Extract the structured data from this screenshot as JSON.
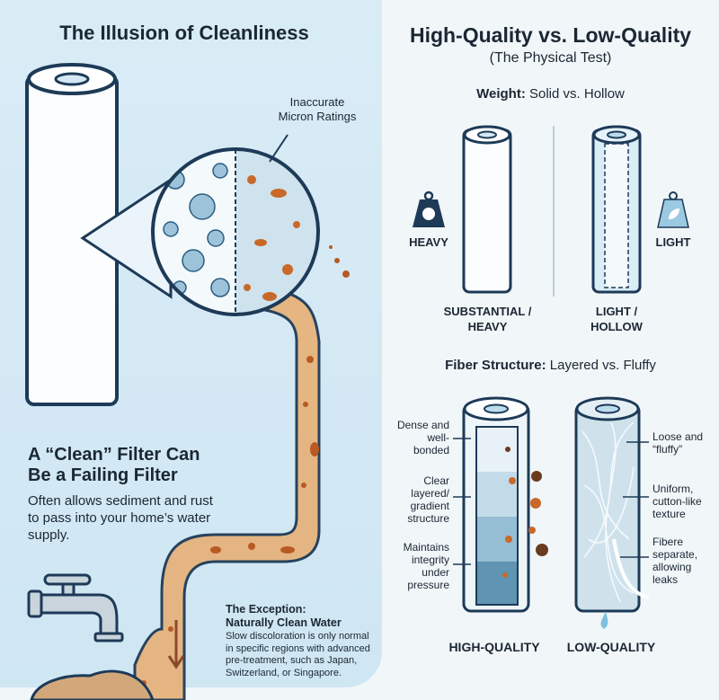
{
  "left": {
    "title": "The Illusion of Cleanliness",
    "callout": "Inaccurate Micron Ratings",
    "headline_line1": "A “Clean” Filter Can",
    "headline_line2": "Be a Failing Filter",
    "body": "Often allows sediment and rust to pass into your home’s water supply.",
    "exception_title_line1": "The Exception:",
    "exception_title_line2": "Naturally Clean Water",
    "exception_body": "Slow discoloration is only normal in specific regions with advanced pre-treatment, such as Japan, Switzerland, or Singapore."
  },
  "right": {
    "title": "High-Quality vs. Low-Quality",
    "subtitle": "(The Physical Test)",
    "weight": {
      "heading_bold": "Weight:",
      "heading_rest": "Solid vs. Hollow",
      "heavy_label": "HEAVY",
      "light_label": "LIGHT",
      "heavy_icon": "weight-icon",
      "light_icon": "weight-leaf-icon",
      "solid_caption": "SUBSTANTIAL / HEAVY",
      "hollow_caption": "LIGHT / HOLLOW"
    },
    "fiber": {
      "heading_bold": "Fiber Structure:",
      "heading_rest": "Layered vs. Fluffy",
      "high_notes": [
        "Dense and well-bonded",
        "Clear layered/ gradient structure",
        "Maintains integrity under pressure"
      ],
      "low_notes": [
        "Loose and “fluffy”",
        "Uniform, cutton-like texture",
        "Fibere separate, allowing leaks"
      ],
      "high_caption": "HIGH-QUALITY",
      "low_caption": "LOW-QUALITY"
    }
  },
  "colors": {
    "navy": "#1d3a57",
    "rust": "#c8692a",
    "sky": "#d4e9f5"
  }
}
